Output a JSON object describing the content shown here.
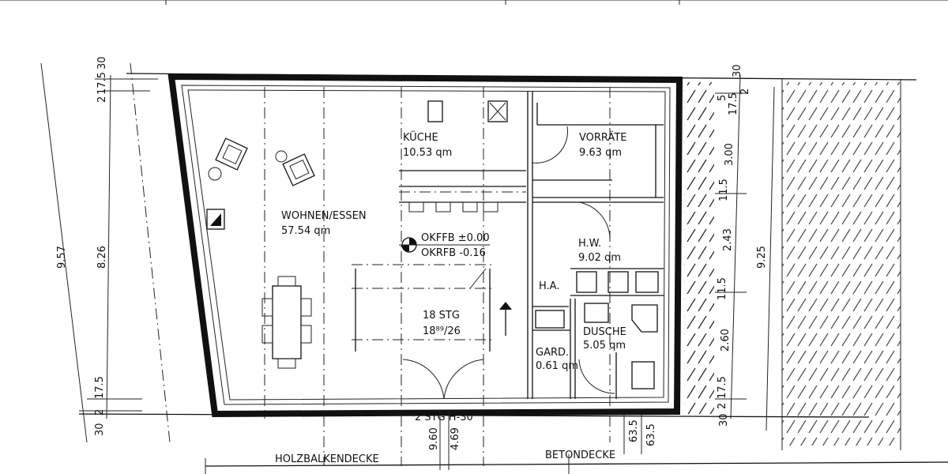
{
  "rooms": {
    "wohnen": {
      "name": "WOHNEN/ESSEN",
      "area": "57.54 qm"
    },
    "kueche": {
      "name": "KÜCHE",
      "area": "10.53 qm"
    },
    "vorraete": {
      "name": "VORRÄTE",
      "area": "9.63 qm"
    },
    "hw": {
      "name": "H.W.",
      "area": "9.02 qm"
    },
    "ha": {
      "name": "H.A."
    },
    "dusche": {
      "name": "DUSCHE",
      "area": "5.05 qm"
    },
    "gard": {
      "name": "GARD.",
      "area": "0.61 qm"
    }
  },
  "levels": {
    "okffb": "OKFFB ±0.00",
    "okrfb": "OKRFB -0.16"
  },
  "stairs": {
    "count": "18 STG",
    "ratio": "18⁸⁹/26",
    "entry": "2 STG  H-30"
  },
  "ceilings": {
    "wood": "HOLZBALKENDECKE",
    "concrete": "BETONDECKE"
  },
  "dimensions": {
    "left": {
      "outer": "9.57",
      "inner": "8.26",
      "top_a": "30",
      "top_b": "17.5",
      "top_c": "2",
      "bot_a": "30",
      "bot_b": "2",
      "bot_c": "17.5"
    },
    "right": {
      "top_a": "30",
      "top_b": "5",
      "top_c": "17.5",
      "top_d": "2",
      "s1": "3.00",
      "w1": "11.5",
      "s2": "2.43",
      "w2": "11.5",
      "s3": "2.60",
      "bot_a": "17.5",
      "bot_b": "2",
      "bot_c": "30",
      "total": "9.25"
    },
    "bottom": {
      "d1": "9.60",
      "d2": "4.69",
      "d3": "63.5",
      "d4": "63.5"
    }
  }
}
